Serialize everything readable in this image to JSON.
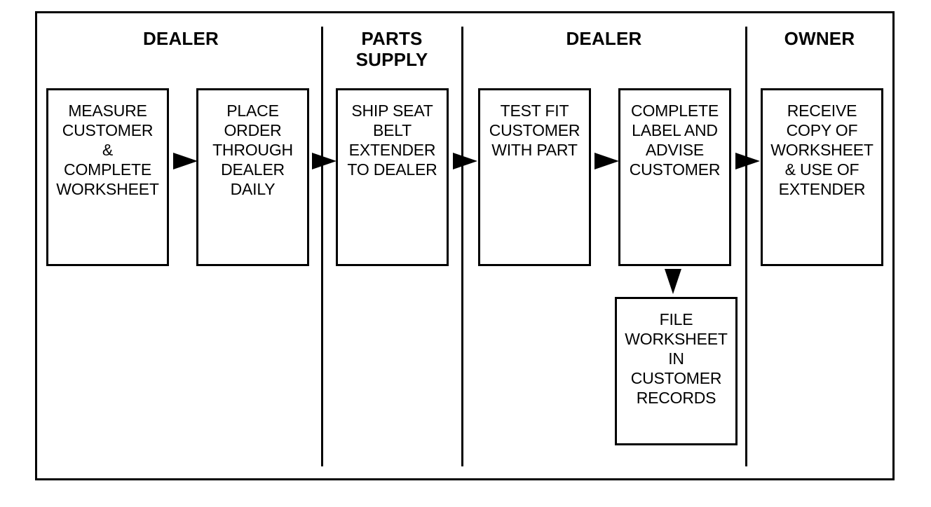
{
  "lanes": [
    {
      "label": "DEALER"
    },
    {
      "label": "PARTS\nSUPPLY"
    },
    {
      "label": "DEALER"
    },
    {
      "label": "OWNER"
    }
  ],
  "steps": [
    {
      "text": "MEASURE\nCUSTOMER\n&\nCOMPLETE\nWORKSHEET"
    },
    {
      "text": "PLACE\nORDER\nTHROUGH\nDEALER\nDAILY"
    },
    {
      "text": "SHIP SEAT\nBELT\nEXTENDER\nTO DEALER"
    },
    {
      "text": "TEST FIT\nCUSTOMER\nWITH PART"
    },
    {
      "text": "COMPLETE\nLABEL AND\nADVISE\nCUSTOMER"
    },
    {
      "text": "RECEIVE\nCOPY OF\nWORKSHEET\n& USE OF\nEXTENDER"
    },
    {
      "text": "FILE\nWORKSHEET\nIN\nCUSTOMER\nRECORDS"
    }
  ],
  "colors": {
    "stroke": "#000000",
    "background": "#ffffff"
  }
}
